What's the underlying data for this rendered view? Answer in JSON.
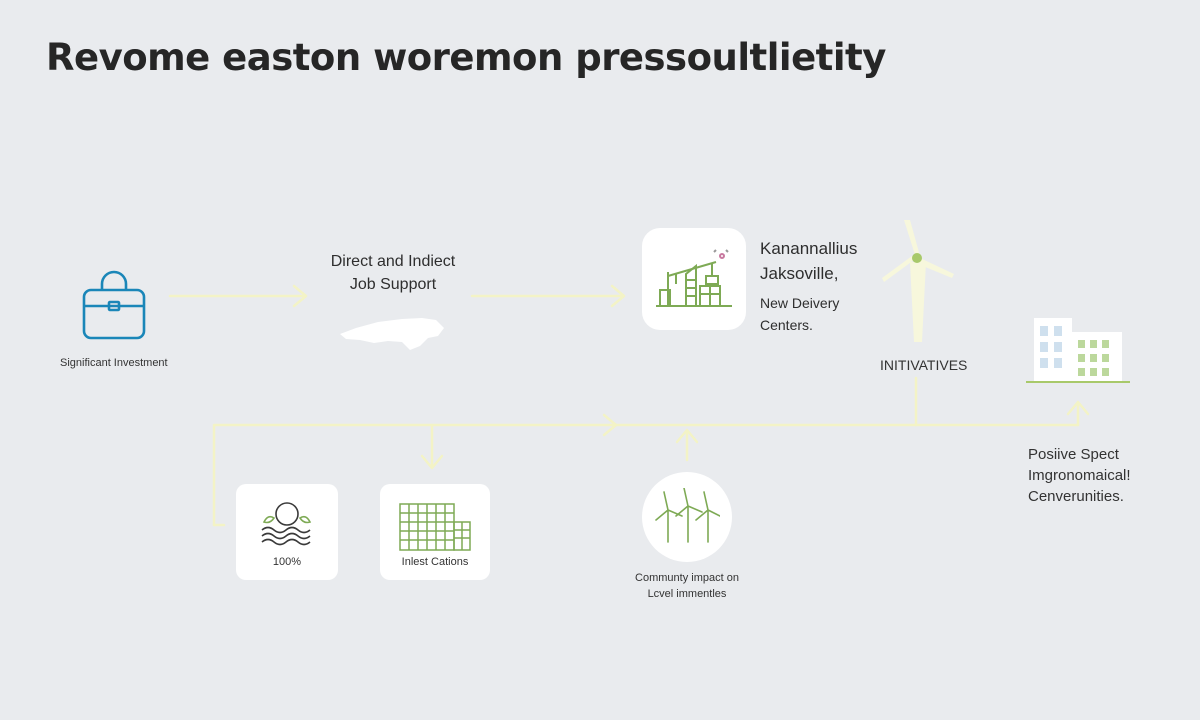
{
  "title": "Revome easton woremon pressoultlietity",
  "nodes": {
    "investment": {
      "label": "Significant Investment"
    },
    "jobs": {
      "line1": "Direct and Indiect",
      "line2": "Job Support"
    },
    "centers": {
      "line1": "Kanannallius",
      "line2": "Jaksoville,",
      "line3": "New Deivery",
      "line4": "Centers."
    },
    "initiatives": {
      "label": "INITIVATIVES"
    },
    "positive": {
      "line1": "Posiive Spect",
      "line2": "Imgronomaical!",
      "line3": "Cenverunities."
    },
    "percent": {
      "label": "100%"
    },
    "cations": {
      "label": "Inlest Cations"
    },
    "community": {
      "line1": "Communty impact on",
      "line2": "Lcvel immentles"
    }
  },
  "colors": {
    "connector": "#f3f3c6",
    "icon_blue": "#1a86b8",
    "icon_green": "#7eaa55",
    "background": "#e9ebee"
  },
  "icons": [
    "briefcase-icon",
    "state-map-icon",
    "construction-crane-icon",
    "wind-turbine-icon",
    "office-building-icon",
    "environment-waves-icon",
    "buildings-grid-icon",
    "wind-farm-icon"
  ]
}
